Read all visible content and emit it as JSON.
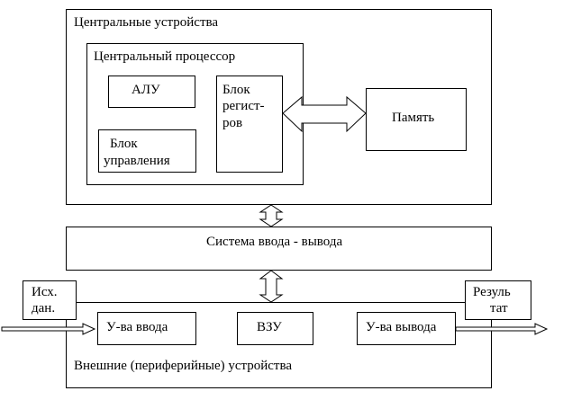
{
  "central": {
    "title": "Центральные устройства",
    "cpu": {
      "title": "Центральный процессор",
      "alu": "АЛУ",
      "control_line1": "Блок",
      "control_line2": "управления",
      "registers_line1": "Блок",
      "registers_line2": "регист-",
      "registers_line3": "ров"
    }
  },
  "memory": "Память",
  "io_system": "Система ввода - вывода",
  "peripheral": {
    "title": "Внешние (периферийные) устройства",
    "input_devices": "У-ва ввода",
    "external_storage": "ВЗУ",
    "output_devices": "У-ва вывода"
  },
  "source_data": {
    "line1": "Исх.",
    "line2": "дан."
  },
  "result": {
    "line1": "Резуль",
    "line2": "тат"
  }
}
